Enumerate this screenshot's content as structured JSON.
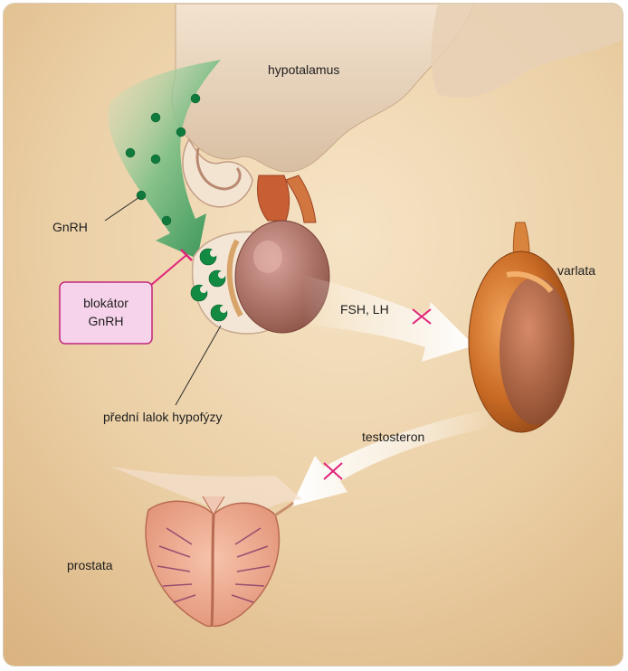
{
  "labels": {
    "hypothalamus": "hypotalamus",
    "gnrh": "GnRH",
    "blocker_line1": "blokátor",
    "blocker_line2": "GnRH",
    "pituitary": "přední lalok hypofýzy",
    "fsh_lh": "FSH, LH",
    "testis": "varlata",
    "testosterone": "testosteron",
    "prostate": "prostata"
  },
  "colors": {
    "background": "#e7c99d",
    "gnrh_arrow": "#3c9a58",
    "gnrh_particle": "#0f7a3c",
    "blocker_box_fill": "#f6d3ea",
    "blocker_box_border": "#c0277a",
    "block_mark": "#e0237a",
    "testis": "#c66a24",
    "prostate": "#e8a386"
  },
  "icons": {
    "inhibition_mark": "pink-x-icon"
  }
}
